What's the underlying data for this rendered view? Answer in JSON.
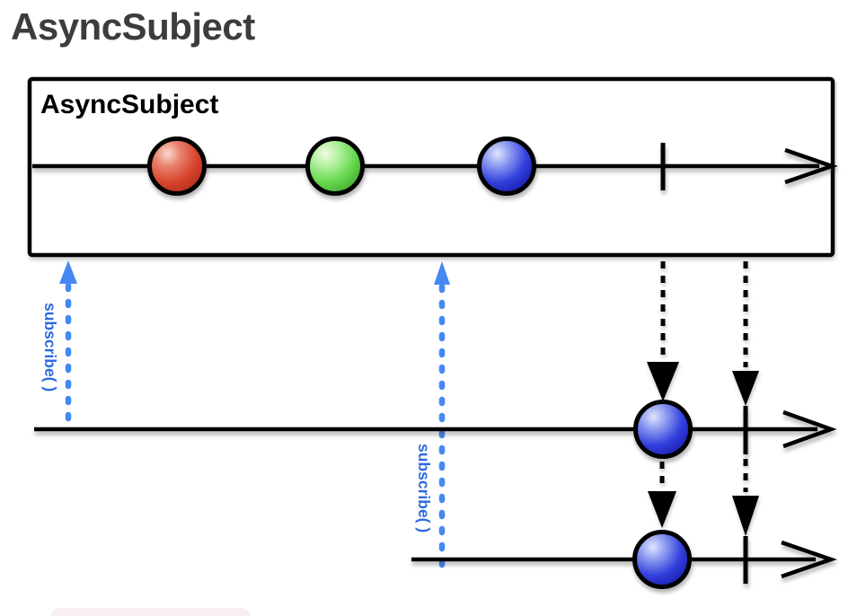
{
  "page": {
    "title": "AsyncSubject",
    "background": "#ffffff"
  },
  "diagram": {
    "box_label": "AsyncSubject",
    "source_timeline": {
      "events": [
        "next:red",
        "next:green",
        "next:blue",
        "complete"
      ],
      "description_visible": "three colored marbles then a completion tick on an arrowed timeline"
    },
    "subscribers": [
      {
        "label": "subscribe( )",
        "received_events": [
          "next:blue",
          "complete"
        ]
      },
      {
        "label": "subscribe( )",
        "received_events": [
          "next:blue",
          "complete"
        ]
      }
    ]
  },
  "colors": {
    "title_gray": "#3c3c3c",
    "line_black": "#000000",
    "accent_blue": "#4588f2",
    "subscribe_text_blue": "#2c6ae2",
    "partial_element_pink": "#f9eef0",
    "marble_red": {
      "highlight": "#fbd9ce",
      "light": "#e8836f",
      "mid": "#d8452f",
      "dark": "#a92a16"
    },
    "marble_green": {
      "highlight": "#eefce4",
      "light": "#b3f0a0",
      "mid": "#66d94f",
      "dark": "#3da128"
    },
    "marble_blue": {
      "highlight": "#dfe5fd",
      "light": "#8c9af0",
      "mid": "#3340dc",
      "dark": "#1317a5"
    }
  }
}
